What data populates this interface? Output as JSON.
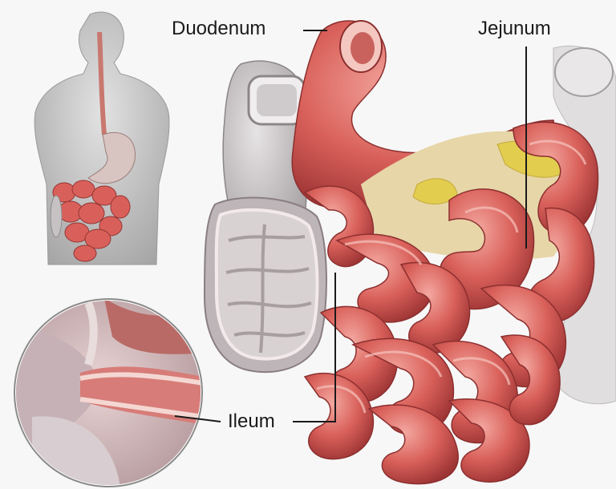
{
  "labels": {
    "duodenum": "Duodenum",
    "jejunum": "Jejunum",
    "ileum": "Ileum"
  },
  "colors": {
    "background": "#f7f7f7",
    "intestine": "#d9605a",
    "intestine_dark": "#a8393a",
    "intestine_light": "#f0a098",
    "colon": "#c9c5c6",
    "fat": "#e0cf5a",
    "mesentery": "#e6d5a8",
    "body": "#c8c8c8"
  },
  "icons": {
    "figure": "human-torso-digestive-system",
    "inset": "ileocecal-valve-cross-section"
  }
}
